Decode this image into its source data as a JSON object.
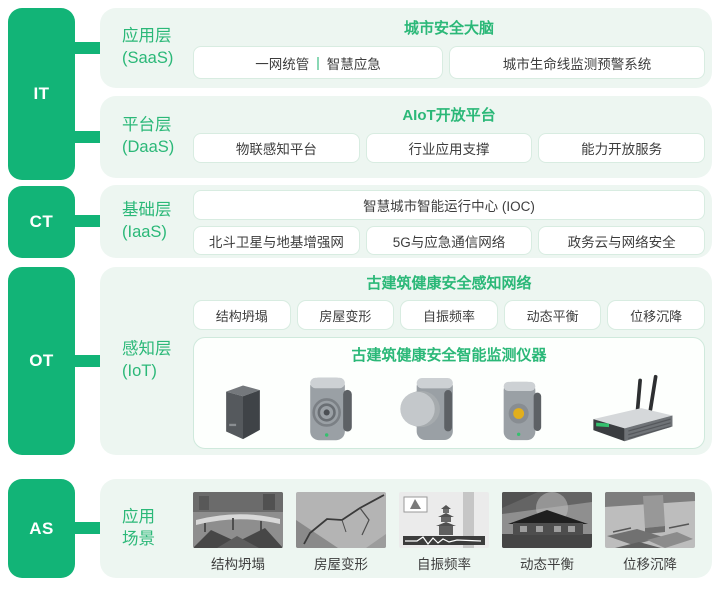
{
  "colors": {
    "brand_green": "#12b477",
    "green_text": "#2bb878",
    "card_background": "#edf6f1",
    "box_border": "#d8ece1",
    "dark_text": "#3d3d3d",
    "device_yellow": "#e2af1c"
  },
  "rail": [
    {
      "label": "IT"
    },
    {
      "label": "CT"
    },
    {
      "label": "OT"
    },
    {
      "label": "AS"
    }
  ],
  "layers": {
    "application": {
      "name": "应用层",
      "abbr": "(SaaS)",
      "title": "城市安全大脑",
      "box1_left": "一网统管",
      "box1_sep": "|",
      "box1_right": "智慧应急",
      "box2": "城市生命线监测预警系统"
    },
    "platform": {
      "name": "平台层",
      "abbr": "(DaaS)",
      "title": "AIoT开放平台",
      "boxes": [
        "物联感知平台",
        "行业应用支撑",
        "能力开放服务"
      ]
    },
    "infrastructure": {
      "name": "基础层",
      "abbr": "(IaaS)",
      "wide_box": "智慧城市智能运行中心 (IOC)",
      "boxes": [
        "北斗卫星与地基增强网",
        "5G与应急通信网络",
        "政务云与网络安全"
      ]
    },
    "perception": {
      "name": "感知层",
      "abbr": "(IoT)",
      "title": "古建筑健康安全感知网络",
      "chips": [
        "结构坍塌",
        "房屋变形",
        "自振频率",
        "动态平衡",
        "位移沉降"
      ],
      "device_box_title": "古建筑健康安全智能监测仪器",
      "device_icons": [
        "dark-sensor-box-icon",
        "ring-sensor-icon",
        "disc-sensor-icon",
        "yellow-dot-sensor-icon",
        "gateway-router-icon"
      ]
    },
    "scenarios": {
      "name_line1": "应用",
      "name_line2": "场景",
      "items": [
        {
          "caption": "结构坍塌",
          "image": "bridge-collapse-photo"
        },
        {
          "caption": "房屋变形",
          "image": "wall-crack-photo"
        },
        {
          "caption": "自振频率",
          "image": "vibration-frequency-diagram-photo"
        },
        {
          "caption": "动态平衡",
          "image": "house-balance-photo"
        },
        {
          "caption": "位移沉降",
          "image": "foundation-settlement-photo"
        }
      ]
    }
  }
}
